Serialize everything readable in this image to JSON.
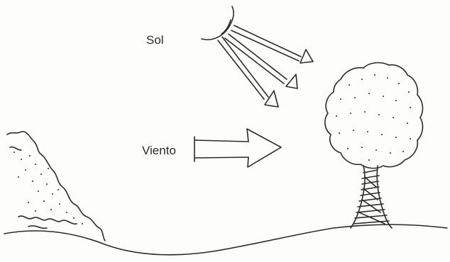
{
  "labels": {
    "sun": "Sol",
    "wind": "Viento"
  },
  "colors": {
    "ink": "#2a2a2a",
    "paper": "#fdfdfb"
  },
  "icons": {
    "sun": "sun-icon",
    "sun_rays": "sun-ray-arrow-icon",
    "wind": "wind-arrow-icon",
    "tree": "tree-icon",
    "shrub": "shrub-icon",
    "ground": "ground-line"
  }
}
